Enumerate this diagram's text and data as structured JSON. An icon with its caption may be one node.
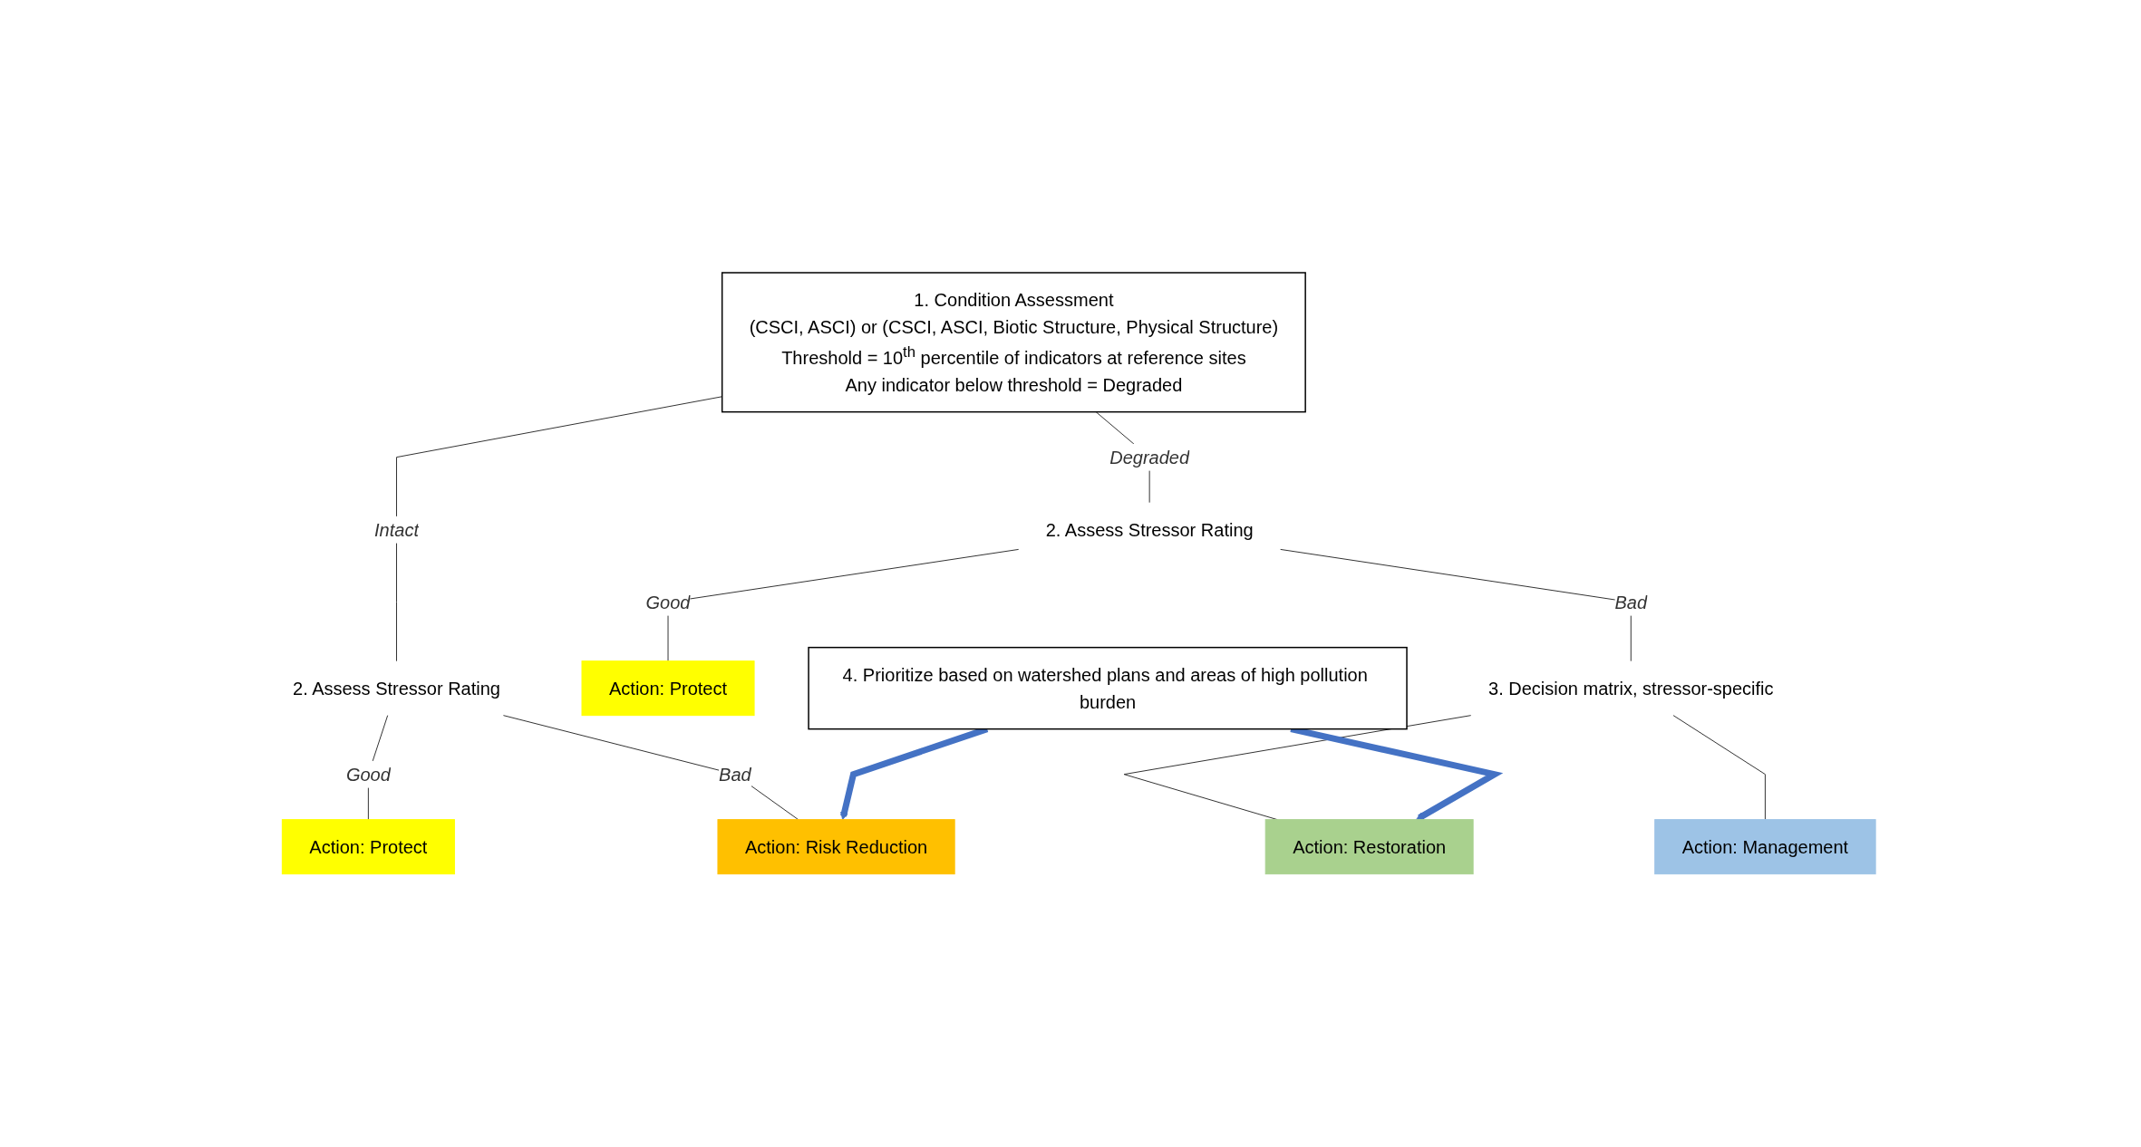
{
  "diagram": {
    "nodes": [
      {
        "text": [
          "1. Condition Assessment",
          "(CSCI, ASCI) or (CSCI, ASCI, Biotic Structure, Physical Structure)",
          "Threshold = 10$^{th}$ percentile of indicators at reference sites",
          "Any indicator below threshold = Degraded"
        ]
      },
      {
        "text": [
          "2. Assess Stressor Rating"
        ]
      },
      {
        "text": [
          "2. Assess Stressor Rating"
        ]
      },
      {
        "text": [
          "Action: Protect"
        ]
      },
      {
        "text": [
          "Action: Risk Reduction"
        ]
      },
      {
        "text": [
          "Action: Protect"
        ]
      },
      {
        "text": [
          "3. Decision matrix, stressor-specific"
        ]
      },
      {
        "text": [
          "Action: Restoration"
        ]
      },
      {
        "text": [
          "Action: Management"
        ]
      },
      {
        "text": [
          "4. Prioritize based on watershed plans and areas of high pollution burden"
        ]
      }
    ],
    "edges": [
      {
        "from": 0,
        "to": 1,
        "arrow": "none",
        "label": "Intact"
      },
      {
        "from": 0,
        "to": 2,
        "arrow": "none",
        "label": "Degraded"
      },
      {
        "from": 1,
        "to": 3,
        "arrow": "none",
        "label": "Good"
      },
      {
        "from": 1,
        "to": 4,
        "arrow": "none",
        "label": "Bad"
      },
      {
        "from": 2,
        "to": 5,
        "arrow": "none",
        "label": "Good"
      },
      {
        "from": 2,
        "to": 6,
        "arrow": "none",
        "label": "Bad"
      },
      {
        "from": 6,
        "to": 7,
        "arrow": "none"
      },
      {
        "from": 6,
        "to": 8,
        "arrow": "none"
      },
      {
        "from": 9,
        "to": 4,
        "arrow": "to",
        "style": "thick",
        "color": "#4472c4"
      },
      {
        "from": 9,
        "to": 7,
        "arrow": "to",
        "style": "thick",
        "color": "#4472c4"
      }
    ]
  }
}
